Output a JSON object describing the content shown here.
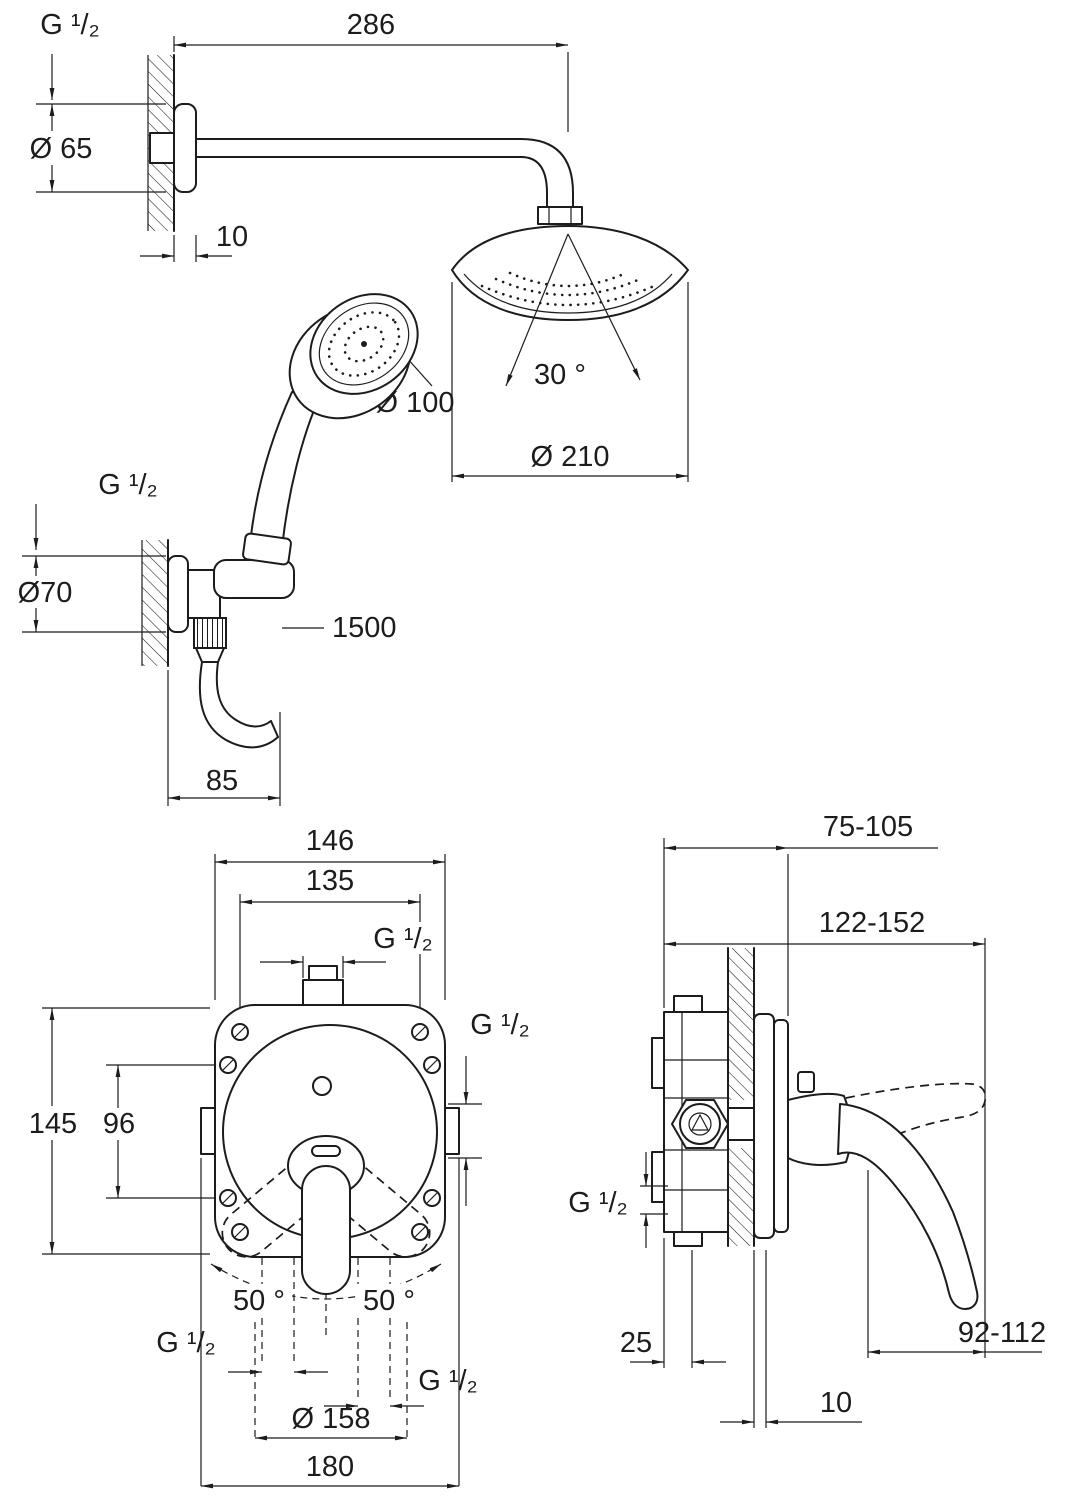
{
  "colors": {
    "background": "#ffffff",
    "line": "#1c1c1c"
  },
  "views": {
    "head_shower": {
      "labels": {
        "thread": "G ¹/₂",
        "arm_length": "286",
        "flange_diameter": "Ø 65",
        "flange_depth": "10",
        "spray_angle": "30 °",
        "hand_shower_diameter": "Ø 100",
        "head_diameter": "Ø 210"
      }
    },
    "hand_shower": {
      "labels": {
        "thread": "G ¹/₂",
        "elbow_diameter": "Ø70",
        "hose_length": "1500",
        "wall_offset": "85"
      }
    },
    "mixer_front": {
      "labels": {
        "plate_width": "146",
        "screw_spacing_horizontal": "135",
        "thread_top": "G ¹/₂",
        "thread_right": "G ¹/₂",
        "plate_height": "145",
        "screw_spacing_vertical": "96",
        "lever_swing_left": "50 °",
        "lever_swing_right": "50 °",
        "thread_bottom_left": "G ¹/₂",
        "thread_bottom_right": "G ¹/₂",
        "trim_diameter": "Ø 158",
        "overall_width": "180"
      }
    },
    "mixer_side": {
      "labels": {
        "install_depth_range": "75-105",
        "overall_depth_range": "122-152",
        "thread": "G ¹/₂",
        "rough_in_depth": "25",
        "plate_gap": "10",
        "lever_projection": "92-112"
      }
    }
  }
}
